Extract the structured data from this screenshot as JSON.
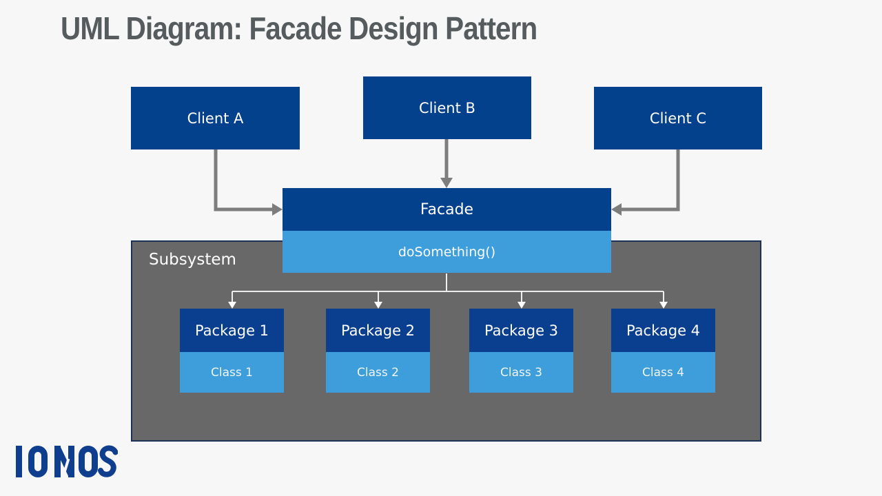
{
  "title": "UML Diagram: Facade Design Pattern",
  "clients": [
    {
      "label": "Client A"
    },
    {
      "label": "Client B"
    },
    {
      "label": "Client C"
    }
  ],
  "facade": {
    "name": "Facade",
    "method": "doSomething()"
  },
  "subsystem": {
    "label": "Subsystem",
    "packages": [
      {
        "name": "Package 1",
        "class_name": "Class 1"
      },
      {
        "name": "Package 2",
        "class_name": "Class 2"
      },
      {
        "name": "Package 3",
        "class_name": "Class 3"
      },
      {
        "name": "Package 4",
        "class_name": "Class 4"
      }
    ]
  },
  "logo": {
    "brand": "IONOS"
  },
  "colors": {
    "background": "#f7f7f7",
    "title_text": "#565c5e",
    "dark_blue": "#04418c",
    "package_blue": "#0a3f90",
    "light_blue": "#3d9edb",
    "subsystem_fill": "#686868",
    "subsystem_border": "#1c3156",
    "arrow_gray": "#7d7d7d",
    "connector_white": "#ffffff",
    "logo_blue": "#0f3e8e"
  }
}
